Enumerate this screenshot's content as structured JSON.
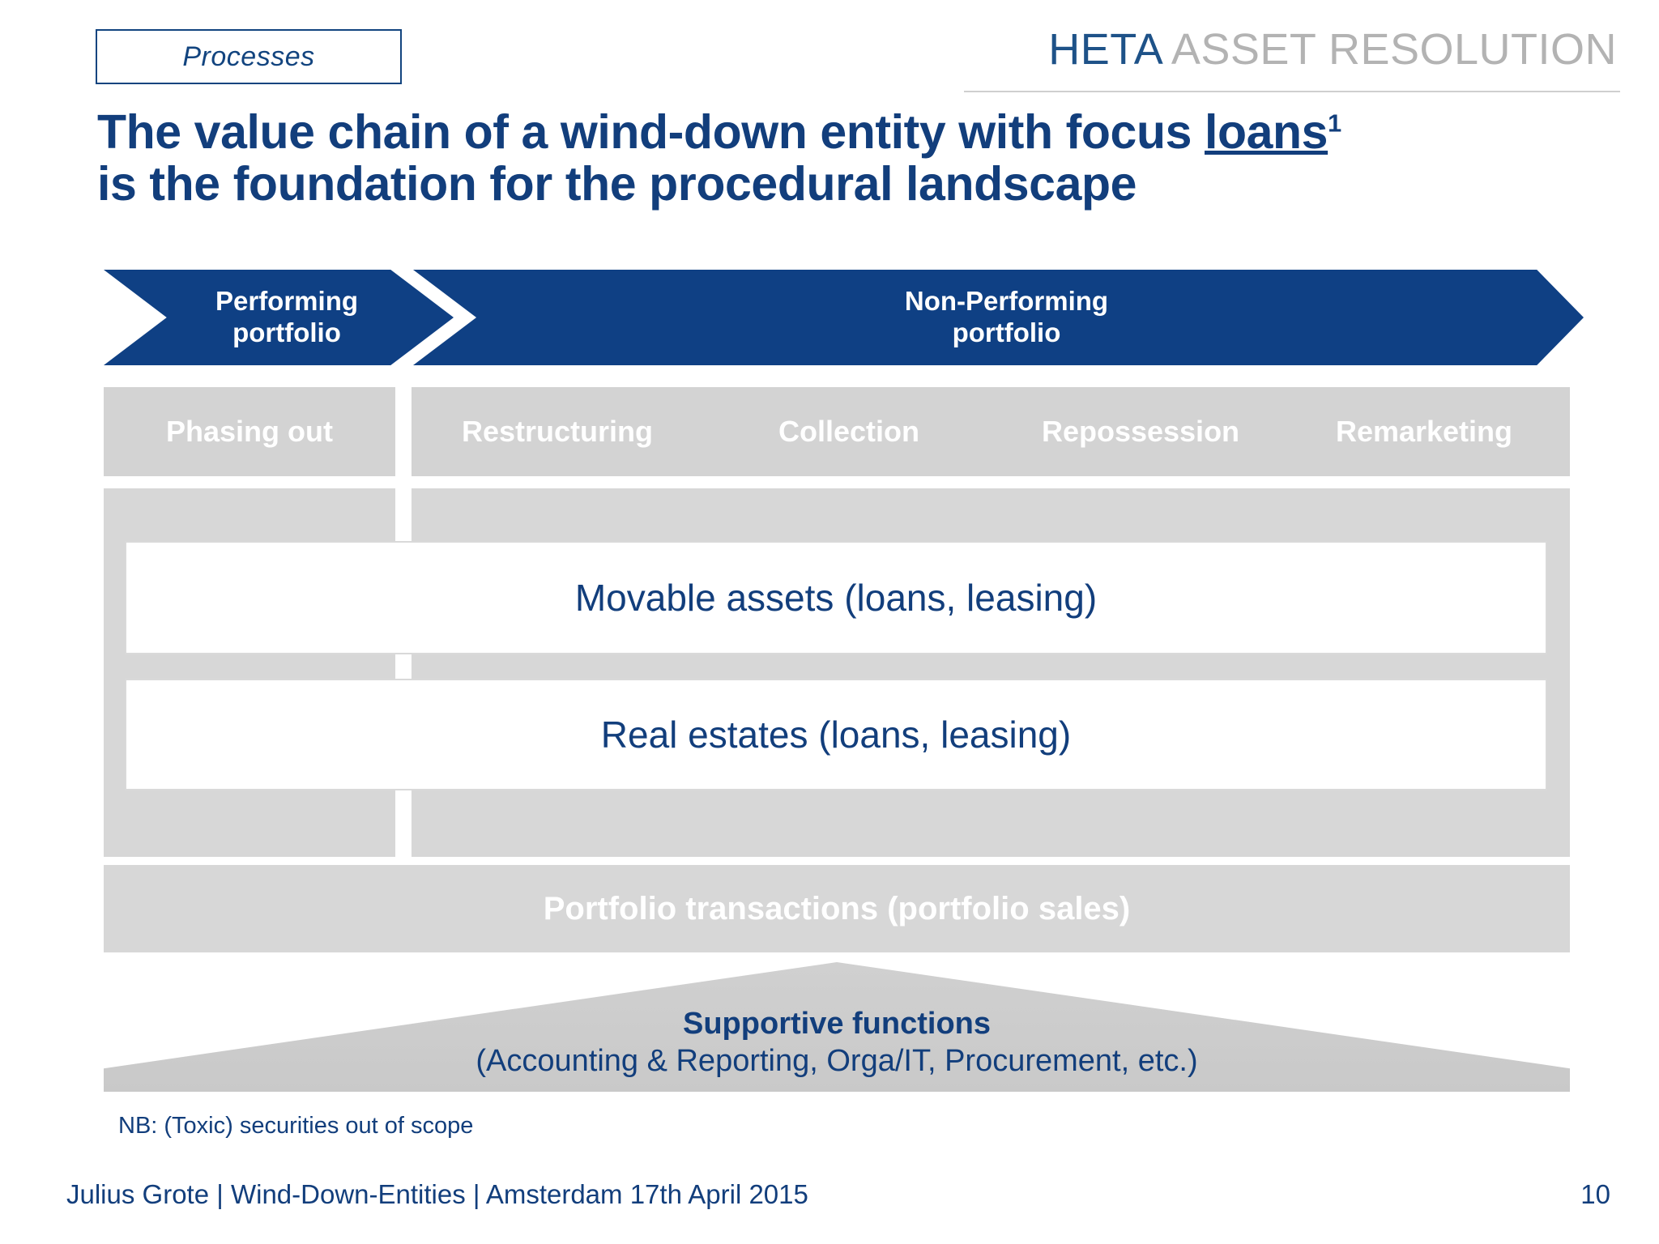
{
  "header": {
    "tag_label": "Processes",
    "logo_primary": "HETA",
    "logo_secondary": "ASSET RESOLUTION"
  },
  "title": {
    "line1_before": "The value chain of a wind-down entity with focus ",
    "line1_underlined": "loans",
    "line1_superscript": "1",
    "line2": "is the foundation for the procedural landscape"
  },
  "banner": {
    "performing": "Performing\nportfolio",
    "performing_l1": "Performing",
    "performing_l2": "portfolio",
    "nonperforming_l1": "Non-Performing",
    "nonperforming_l2": "portfolio"
  },
  "columns": [
    {
      "label": "Phasing out"
    },
    {
      "label": "Restructuring"
    },
    {
      "label": "Collection"
    },
    {
      "label": "Repossession"
    },
    {
      "label": "Remarketing"
    }
  ],
  "bands": {
    "movable": "Movable assets (loans, leasing)",
    "real_estates": "Real estates (loans, leasing)"
  },
  "portfolio_bar": {
    "label": "Portfolio transactions (portfolio sales)"
  },
  "support": {
    "title": "Supportive functions",
    "subtitle": "(Accounting & Reporting, Orga/IT, Procurement, etc.)"
  },
  "notes": {
    "nb": "NB: (Toxic) securities out of scope"
  },
  "footer": {
    "line": "Julius Grote  |  Wind-Down-Entities  |  Amsterdam 17th April 2015",
    "page_number": "10"
  },
  "colors": {
    "navy": "#123e7c",
    "banner_blue": "#0f4084",
    "gray_block": "#d7d7d7",
    "logo_gray": "#b3b3b3"
  }
}
